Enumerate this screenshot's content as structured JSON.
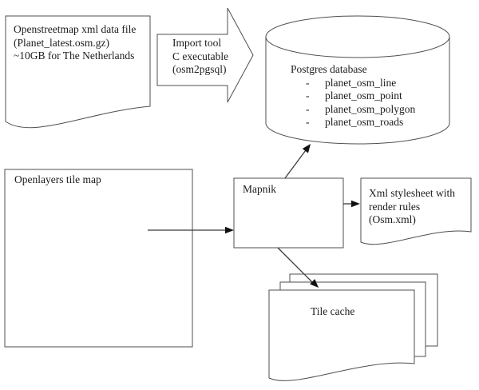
{
  "nodes": {
    "osm_file": {
      "lines": [
        "Openstreetmap xml data file",
        "(Planet_latest.osm.gz)",
        "~10GB for The Netherlands"
      ]
    },
    "import_tool": {
      "lines": [
        "Import tool",
        "C executable",
        "(osm2pgsql)"
      ]
    },
    "postgres": {
      "title": "Postgres database",
      "bullet": "-",
      "tables": [
        "planet_osm_line",
        "planet_osm_point",
        "planet_osm_polygon",
        "planet_osm_roads"
      ]
    },
    "openlayers": {
      "label": "Openlayers tile map"
    },
    "mapnik": {
      "label": "Mapnik"
    },
    "stylesheet": {
      "lines": [
        "Xml stylesheet with",
        "render rules",
        "(Osm.xml)"
      ]
    },
    "tile_cache": {
      "label": "Tile cache"
    }
  },
  "colors": {
    "shape_outline": "#4f4f4f",
    "arrow": "#111111",
    "text": "#1c1c1c",
    "background": "#ffffff"
  }
}
